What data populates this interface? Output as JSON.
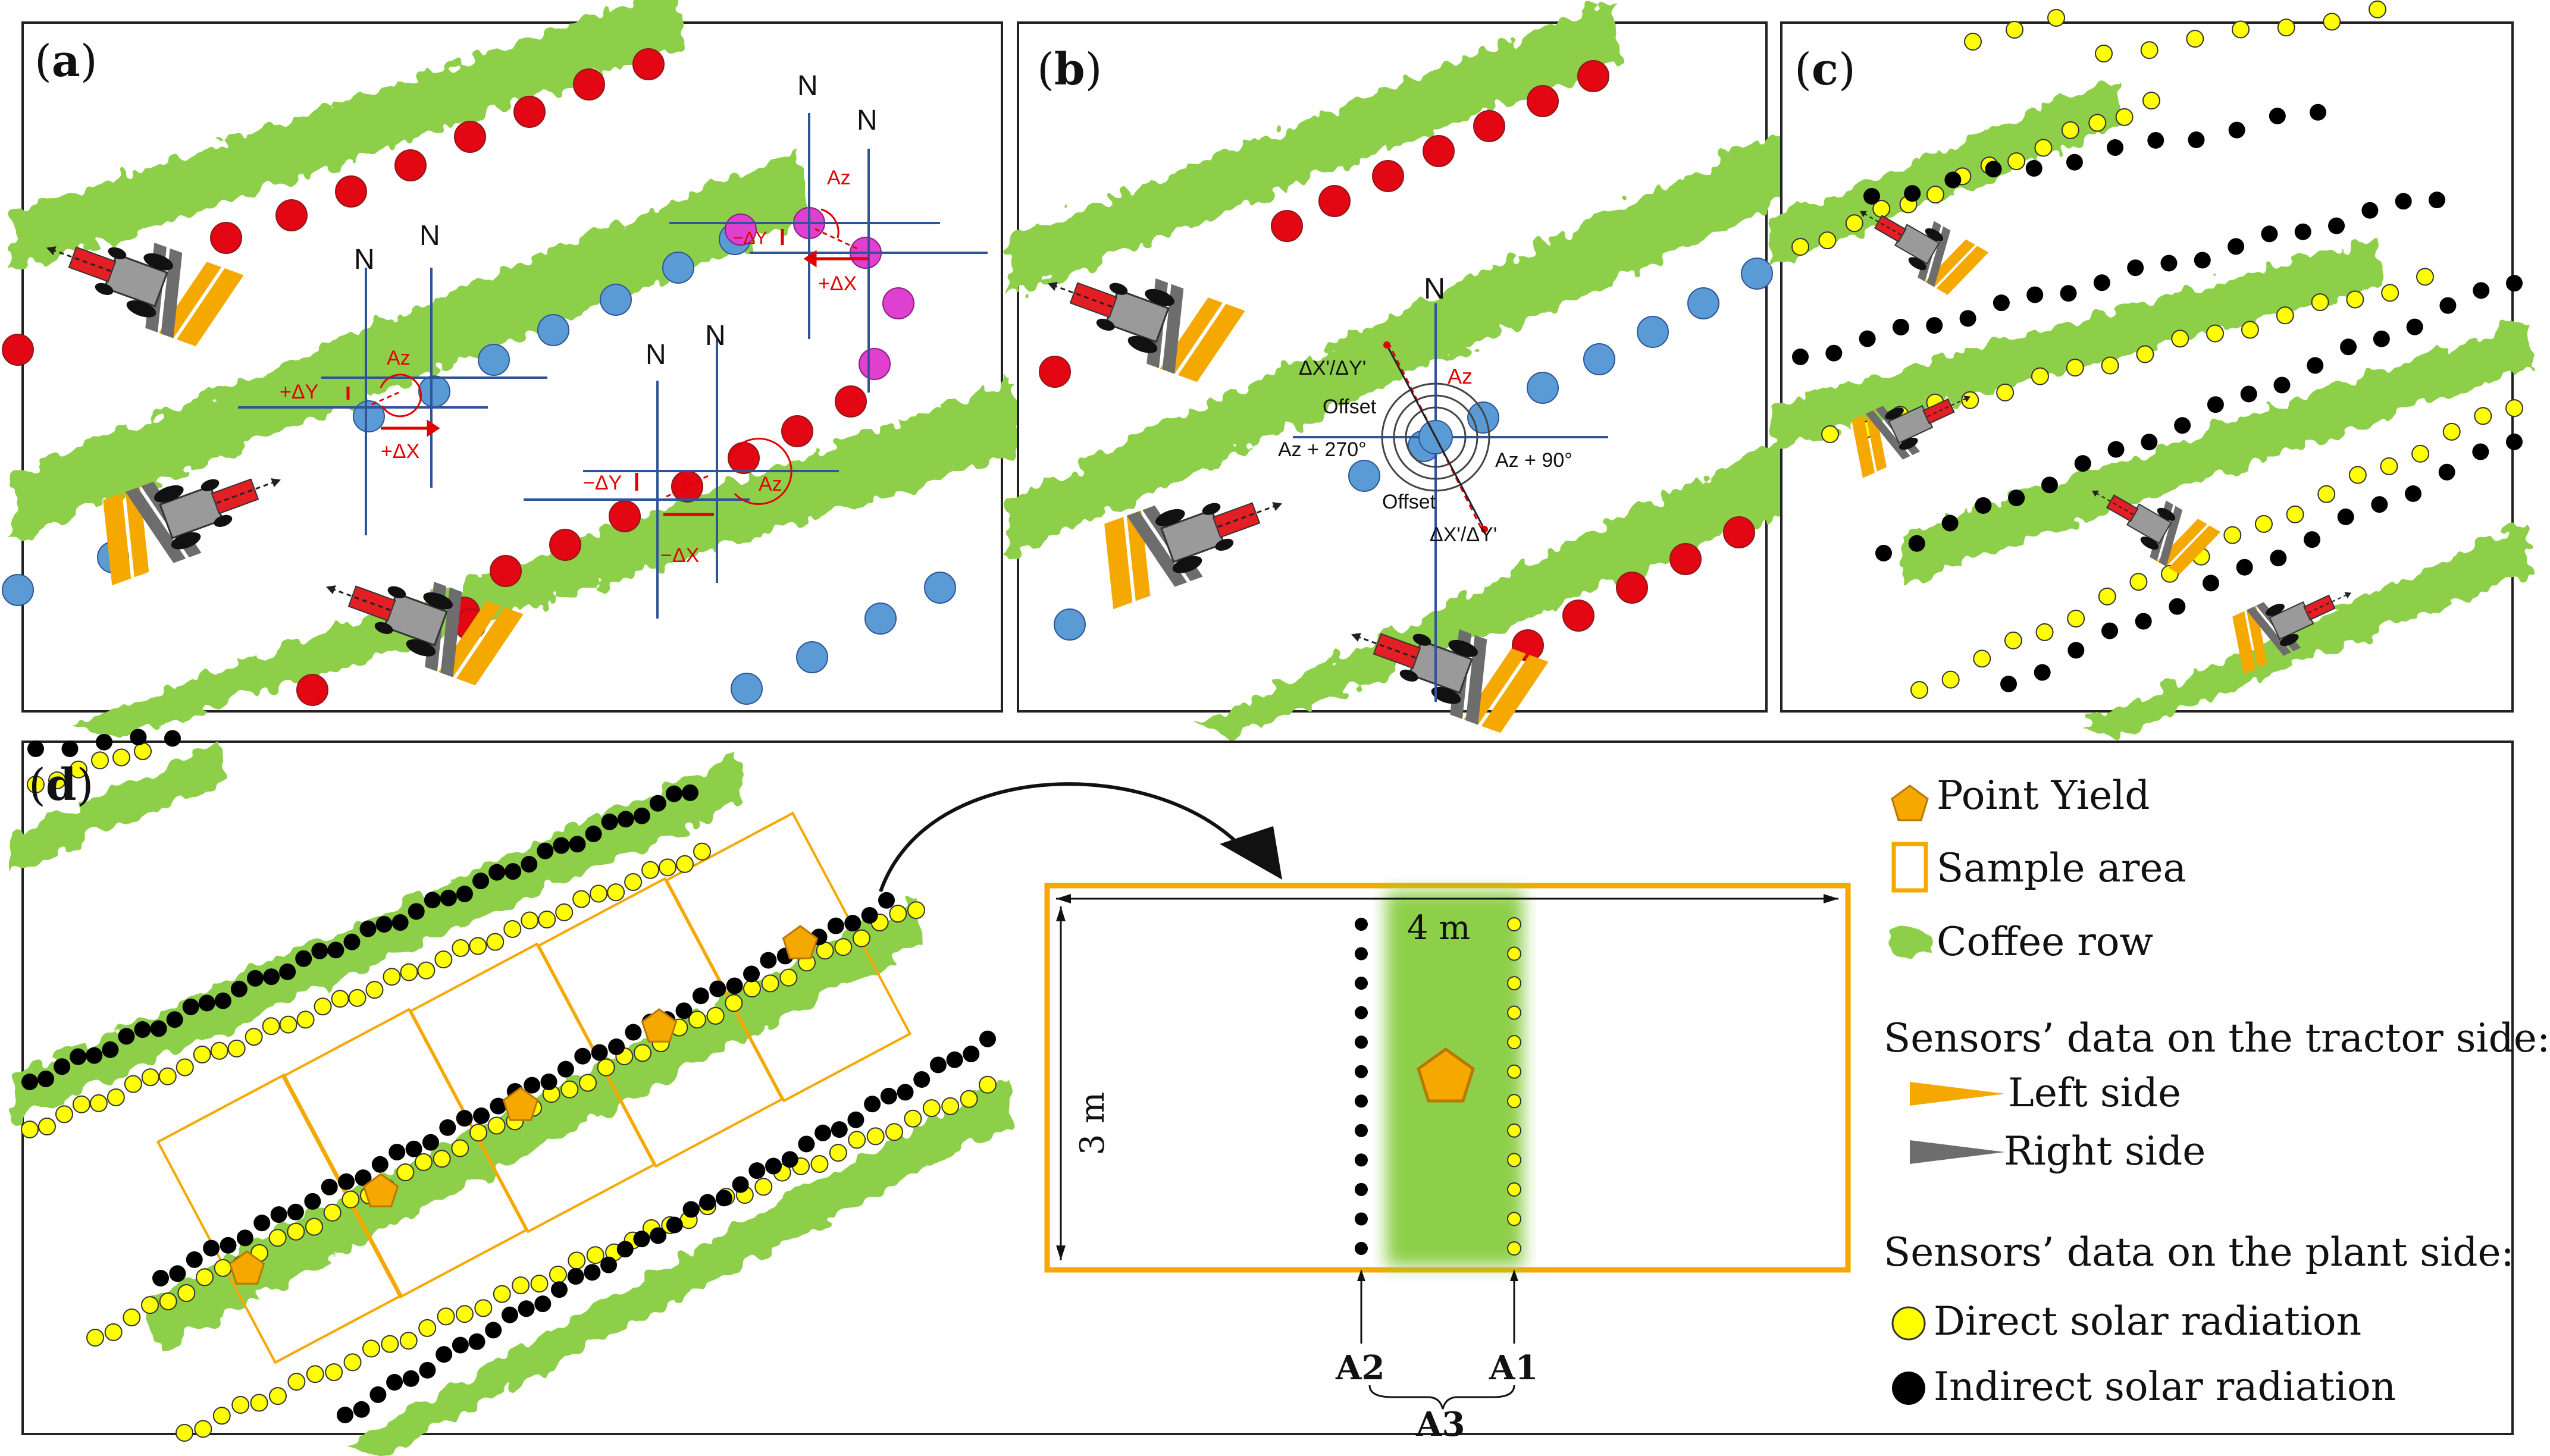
{
  "panels": {
    "a": {
      "label_open": "(",
      "label_letter": "a",
      "label_close": ")",
      "north": "N",
      "azimuth": "Az",
      "plus_dy": "+ΔY",
      "plus_dx": "+ΔX",
      "minus_dy": "−ΔY",
      "minus_dx": "−ΔX"
    },
    "b": {
      "label_open": "(",
      "label_letter": "b",
      "label_close": ")",
      "north": "N",
      "azimuth": "Az",
      "offset": "Offset",
      "dxdy_prime": "ΔX'/ΔY'",
      "az_plus_270": "Az + 270°",
      "az_plus_90": "Az + 90°"
    },
    "c": {
      "label_open": "(",
      "label_letter": "c",
      "label_close": ")"
    },
    "d": {
      "label_open": "(",
      "label_letter": "d",
      "label_close": ")",
      "width_label": "4 m",
      "height_label": "3 m",
      "a1": "A1",
      "a2": "A2",
      "a3": "A3"
    }
  },
  "legend": {
    "point_yield": "Point Yield",
    "sample_area": "Sample area",
    "coffee_row": "Coffee row",
    "tractor_side_heading": "Sensors’ data on the tractor side:",
    "left_side": "Left side",
    "right_side": "Right side",
    "plant_side_heading": "Sensors’ data on the plant side:",
    "direct": "Direct solar radiation",
    "indirect": "Indirect solar radiation"
  },
  "colors": {
    "coffee_green": "#8dcf4a",
    "red_point": "#e30613",
    "blue_point": "#5b9bd5",
    "magenta_point": "#e040d0",
    "yield_orange": "#f5a800",
    "direct_yellow": "#ffff00",
    "indirect_black": "#000000",
    "tractor_red": "#e31e24",
    "tractor_gray": "#9a9a9a",
    "grid_blue": "#2f5597",
    "annotation_red": "#e00000"
  }
}
